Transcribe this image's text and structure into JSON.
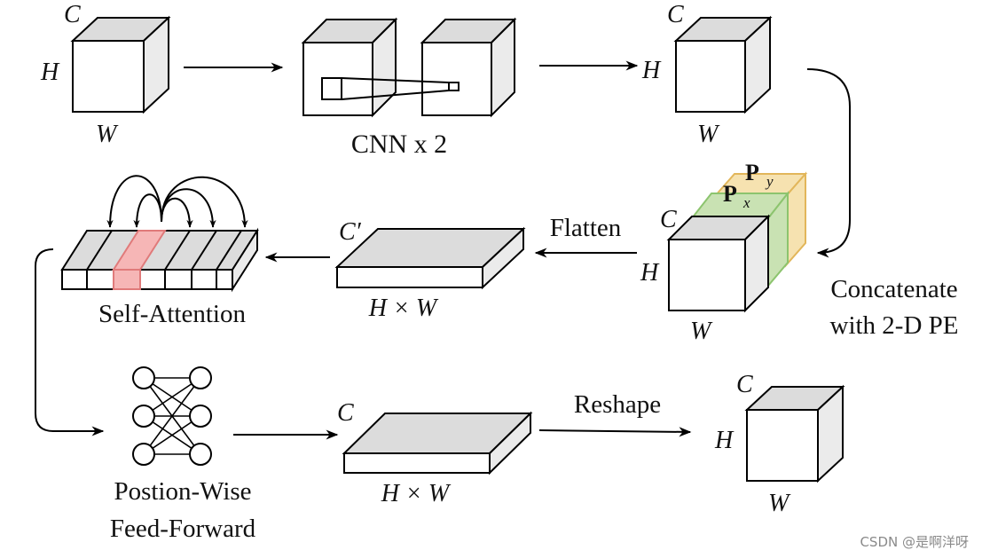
{
  "labels": {
    "c": "C",
    "h": "H",
    "w": "W",
    "c_prime": "C′",
    "hw": "H × W",
    "cnn": "CNN x 2",
    "flatten": "Flatten",
    "concat_line1": "Concatenate",
    "concat_line2": "with 2-D PE",
    "self_attention": "Self-Attention",
    "ffn_line1": "Postion-Wise",
    "ffn_line2": "Feed-Forward",
    "reshape": "Reshape",
    "px_bold": "P",
    "px_sub": "x",
    "py_bold": "P",
    "py_sub": "y"
  },
  "colors": {
    "stroke": "#000000",
    "cube_top": "#dcdcdc",
    "cube_side": "#ebebeb",
    "pe_x_fill": "#c9e2b3",
    "pe_x_stroke": "#8cc46e",
    "pe_y_fill": "#f6e2b0",
    "pe_y_stroke": "#e2b65a",
    "highlight_fill": "#f6b6b6",
    "highlight_stroke": "#e07a7a"
  },
  "watermark": "CSDN @是啊洋呀"
}
